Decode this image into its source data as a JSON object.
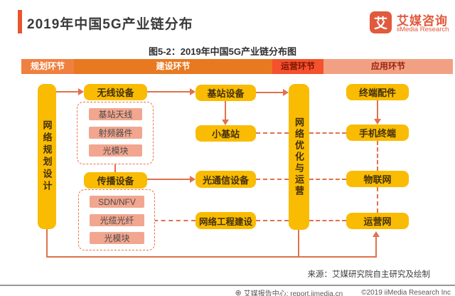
{
  "header": {
    "title": "2019年中国5G产业链分布",
    "figure_caption": "图5-2：2019年中国5G产业链分布图",
    "logo": {
      "glyph": "艾",
      "brand_cn": "艾媒咨询",
      "brand_en": "iiMedia Research"
    }
  },
  "stage_bar": {
    "stages": [
      {
        "label": "规划环节",
        "bg": "#F08040",
        "color": "#FFFFFF"
      },
      {
        "label": "建设环节",
        "bg": "#E87920",
        "color": "#FFFFFF"
      },
      {
        "label": "运营环节",
        "bg": "#F4512C",
        "color": "#7E1503"
      },
      {
        "label": "应用环节",
        "bg": "#F2A083",
        "color": "#99240F"
      }
    ]
  },
  "diagram": {
    "planning_column": {
      "main": "网络规划设计"
    },
    "construction_column": {
      "wireless_group": {
        "head": "无线设备",
        "items": [
          "基站天线",
          "射频器件",
          "光模块"
        ]
      },
      "transmission_group": {
        "head": "传播设备",
        "items": [
          "SDN/NFV",
          "光缆光纤",
          "光模块"
        ]
      },
      "mid_nodes": [
        "基站设备",
        "小基站",
        "光通信设备",
        "网络工程建设"
      ]
    },
    "operation_column": {
      "main": "网络优化与运营"
    },
    "application_column": {
      "nodes": [
        "终端配件",
        "手机终端",
        "物联网",
        "运营网"
      ]
    }
  },
  "source_note": "来源：艾媒研究院自主研究及绘制",
  "footer": {
    "site_label": "艾媒报告中心: report.iimedia.cn",
    "copyright": "©2019  iiMedia Research Inc"
  },
  "colors": {
    "accent": "#E8552F",
    "node_yellow": "#F9BC02",
    "sub_node_pink": "#F2A68F",
    "dashed_border": "#E8734B",
    "connector": "#E0714E"
  }
}
